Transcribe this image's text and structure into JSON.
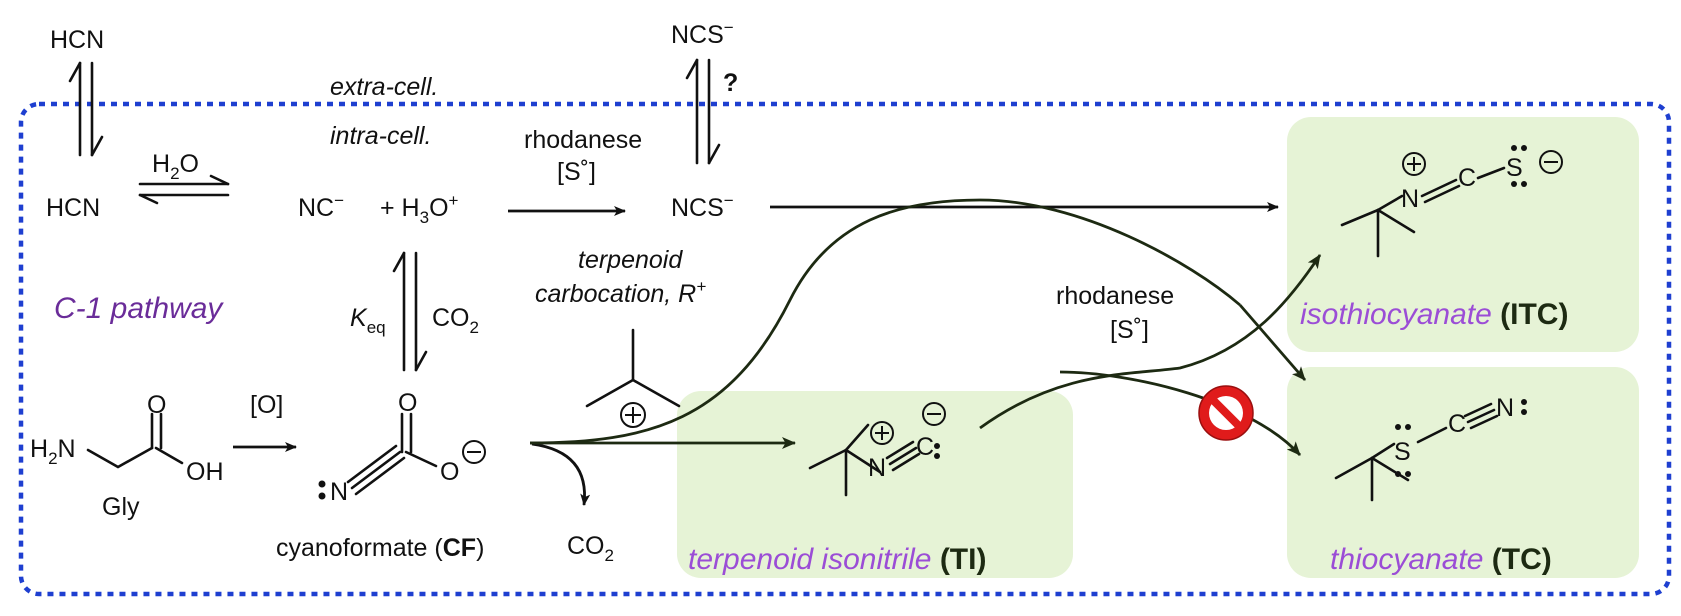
{
  "compartments": {
    "extra": "extra-cell.",
    "intra": "intra-cell."
  },
  "pathway_label": "C-1 pathway",
  "species": {
    "hcn_top": "HCN",
    "hcn": "HCN",
    "ncs_top": "NCS",
    "ncs": "NCS",
    "nc": "NC",
    "plus_h3o": "+ H",
    "cf_name": "cyanoformate (",
    "cf_abbr": "CF",
    "cf_close": ")",
    "co2": "CO",
    "gly": "Gly",
    "h2n": "H",
    "oh": "OH",
    "o_top": "O"
  },
  "conditions": {
    "h2o": "H",
    "rhodanese_top": "rhodanese",
    "s_top": "[S˚]",
    "question": "?",
    "keq": "K",
    "keq_sub": "eq",
    "co2_eq": "CO",
    "oxidation": "[O]",
    "terpenoid_line1": "terpenoid",
    "terpenoid_line2": "carbocation, R",
    "rhodanese_right": "rhodanese",
    "s_right": "[S˚]"
  },
  "products": {
    "ti_name": "terpenoid isonitrile ",
    "ti_abbr": "(TI)",
    "itc_name": "isothiocyanate ",
    "itc_abbr": "(ITC)",
    "tc_name": "thiocyanate ",
    "tc_abbr": "(TC)"
  },
  "atoms": {
    "n": "N",
    "c": "C",
    "s": "S",
    "o": "O"
  },
  "colors": {
    "box_border": "#1e3fd0",
    "product_bg": "#e6f3d6",
    "product_label": "#9b4dd6",
    "pathway_label": "#6a2c99",
    "abbr": "#1d2a12",
    "no_sign": "#e01b1b"
  },
  "icons": {
    "blocked": "no-entry-icon",
    "carbocation": "circled-plus-icon"
  }
}
